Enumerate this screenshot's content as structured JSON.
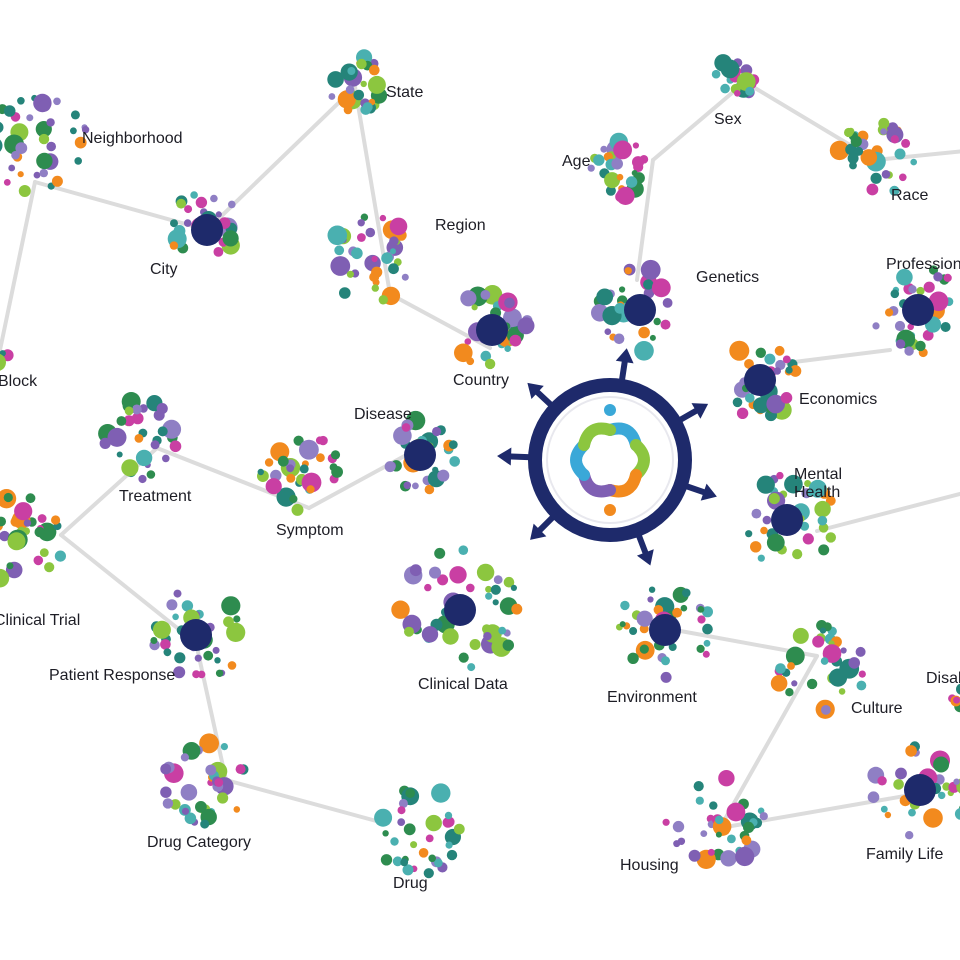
{
  "colors": {
    "navy": "#1e2a6b",
    "edge": "#dcdcdc",
    "dots": [
      "#7f5fb3",
      "#f28a1e",
      "#c93fa3",
      "#2e8c4f",
      "#4ab0b0",
      "#8cc63f",
      "#8f7fc4",
      "#25847a"
    ]
  },
  "hub": {
    "name": "data-hub",
    "ring_color": "#1e2a6b",
    "logo_colors": [
      "#3aa8d8",
      "#8cc63f",
      "#f28a1e",
      "#7f5fb3"
    ]
  },
  "nodes": [
    {
      "id": "neighborhood",
      "label": [
        "Neighborhood"
      ],
      "hub": false
    },
    {
      "id": "state",
      "label": [
        "State"
      ],
      "hub": false
    },
    {
      "id": "city",
      "label": [
        "City"
      ],
      "hub": true
    },
    {
      "id": "region",
      "label": [
        "Region"
      ],
      "hub": false
    },
    {
      "id": "block",
      "label": [
        "Block"
      ],
      "hub": false
    },
    {
      "id": "country",
      "label": [
        "Country"
      ],
      "hub": true
    },
    {
      "id": "age",
      "label": [
        "Age"
      ],
      "hub": false
    },
    {
      "id": "sex",
      "label": [
        "Sex"
      ],
      "hub": false
    },
    {
      "id": "race",
      "label": [
        "Race"
      ],
      "hub": false
    },
    {
      "id": "genetics",
      "label": [
        "Genetics"
      ],
      "hub": true
    },
    {
      "id": "profession",
      "label": [
        "Profession"
      ],
      "hub": true
    },
    {
      "id": "economics",
      "label": [
        "Economics"
      ],
      "hub": true
    },
    {
      "id": "mental-health",
      "label": [
        "Mental",
        "Health"
      ],
      "hub": true
    },
    {
      "id": "disease",
      "label": [
        "Disease"
      ],
      "hub": true
    },
    {
      "id": "treatment",
      "label": [
        "Treatment"
      ],
      "hub": false
    },
    {
      "id": "symptom",
      "label": [
        "Symptom"
      ],
      "hub": false
    },
    {
      "id": "clinical-trial",
      "label": [
        "Clinical Trial"
      ],
      "hub": false
    },
    {
      "id": "patient-response",
      "label": [
        "Patient Response"
      ],
      "hub": true
    },
    {
      "id": "clinical-data",
      "label": [
        "Clinical Data"
      ],
      "hub": true
    },
    {
      "id": "environment",
      "label": [
        "Environment"
      ],
      "hub": true
    },
    {
      "id": "culture",
      "label": [
        "Culture"
      ],
      "hub": false
    },
    {
      "id": "disability",
      "label": [
        "Disability"
      ],
      "hub": false
    },
    {
      "id": "drug-category",
      "label": [
        "Drug Category"
      ],
      "hub": false
    },
    {
      "id": "drug",
      "label": [
        "Drug"
      ],
      "hub": false
    },
    {
      "id": "housing",
      "label": [
        "Housing"
      ],
      "hub": false
    },
    {
      "id": "family-life",
      "label": [
        "Family Life"
      ],
      "hub": true
    }
  ],
  "edges": [
    [
      "block",
      "neighborhood"
    ],
    [
      "neighborhood",
      "city"
    ],
    [
      "city",
      "state"
    ],
    [
      "state",
      "region"
    ],
    [
      "region",
      "country"
    ],
    [
      "age",
      "sex"
    ],
    [
      "sex",
      "race"
    ],
    [
      "age",
      "genetics"
    ],
    [
      "economics",
      "profession"
    ],
    [
      "mental-health",
      "offscreen-right"
    ],
    [
      "race",
      "offscreen-right-top"
    ],
    [
      "disease",
      "symptom"
    ],
    [
      "symptom",
      "treatment"
    ],
    [
      "treatment",
      "clinical-trial"
    ],
    [
      "clinical-trial",
      "patient-response"
    ],
    [
      "patient-response",
      "drug-category"
    ],
    [
      "drug-category",
      "drug"
    ],
    [
      "environment",
      "culture"
    ],
    [
      "culture",
      "housing"
    ],
    [
      "housing",
      "family-life"
    ]
  ],
  "hub_arrows": [
    "country",
    "genetics",
    "economics",
    "mental-health",
    "environment",
    "clinical-data",
    "disease"
  ]
}
